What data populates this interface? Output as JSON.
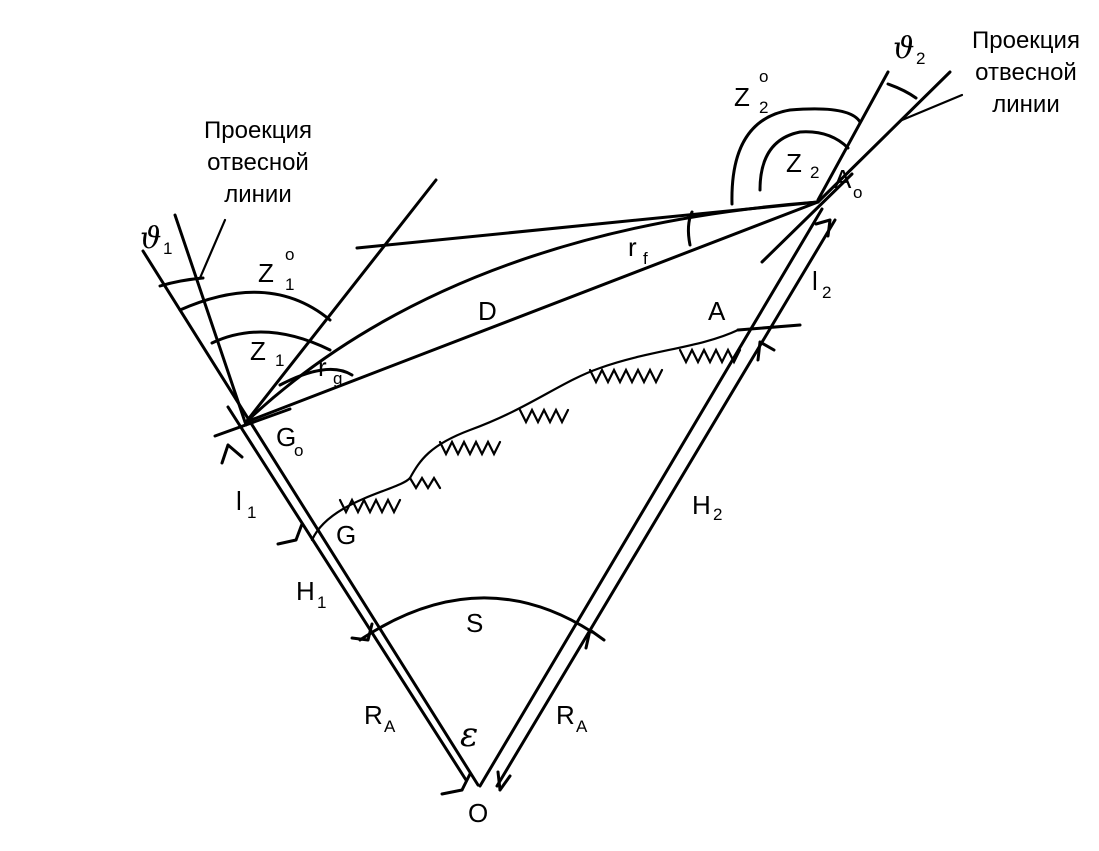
{
  "labels": {
    "vertical_projection_left": [
      "Проекция",
      "отвесной",
      "линии"
    ],
    "vertical_projection_right": [
      "Проекция",
      "отвесной",
      "линии"
    ],
    "theta1": {
      "main": "ϑ",
      "sub": "1"
    },
    "theta2": {
      "main": "ϑ",
      "sub": "2"
    },
    "Z1_deg": {
      "main": "Z",
      "sub": "1",
      "sup": "o"
    },
    "Z2_deg": {
      "main": "Z",
      "sub": "2",
      "sup": "o"
    },
    "Z1": {
      "main": "Z",
      "sub": "1"
    },
    "Z2": {
      "main": "Z",
      "sub": "2"
    },
    "r_g": {
      "main": "r",
      "sub": "g"
    },
    "r_f": {
      "main": "r",
      "sub": "f"
    },
    "D": "D",
    "A": "A",
    "A0": {
      "main": "A",
      "sub": "o"
    },
    "G": "G",
    "G0": {
      "main": "G",
      "sub": "o"
    },
    "O": "O",
    "S": "S",
    "epsilon": "ε",
    "l1": {
      "main": "l",
      "sub": "1"
    },
    "l2": {
      "main": "l",
      "sub": "2"
    },
    "H1": {
      "main": "H",
      "sub": "1"
    },
    "H2": {
      "main": "H",
      "sub": "2"
    },
    "RA_left": {
      "main": "R",
      "sub": "A"
    },
    "RA_right": {
      "main": "R",
      "sub": "A"
    }
  }
}
